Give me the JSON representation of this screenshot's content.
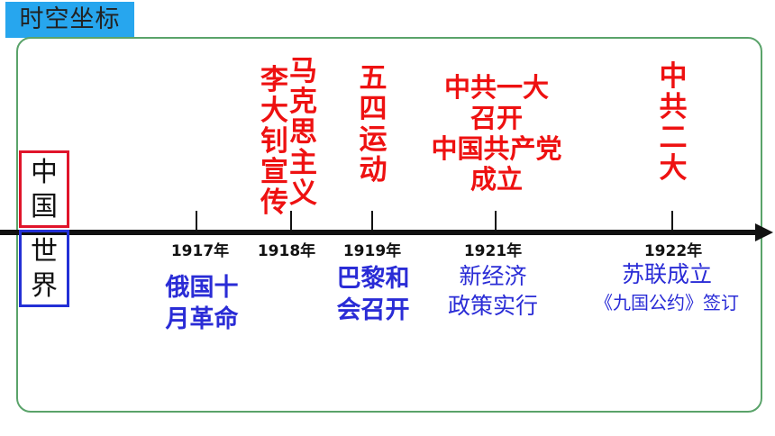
{
  "title": "时空坐标",
  "labels": {
    "china": [
      "中",
      "国"
    ],
    "world": [
      "世",
      "界"
    ]
  },
  "years": [
    "1917年",
    "1918年",
    "1919年",
    "1921年",
    "1922年"
  ],
  "china_events": {
    "li_col2": [
      "马",
      "克",
      "思",
      "主",
      "义"
    ],
    "li_col1": [
      "李",
      "大",
      "钊",
      "宣",
      "传"
    ],
    "may4": [
      "五",
      "四",
      "运",
      "动"
    ],
    "cpc1": [
      "中共一大",
      "召开",
      "中国共产党",
      "成立"
    ],
    "cpc2": [
      "中",
      "共",
      "二",
      "大"
    ]
  },
  "world_events": {
    "oct_rev": [
      "俄国十",
      "月革命"
    ],
    "paris": [
      "巴黎和",
      "会召开"
    ],
    "nep": [
      "新经济",
      "政策实行"
    ],
    "ussr": [
      "苏联成立",
      "《九国公约》签订"
    ]
  },
  "colors": {
    "china": "#ee1111",
    "world": "#2a2cd6",
    "tab": "#27a6ee",
    "frame": "#5aa36a"
  }
}
